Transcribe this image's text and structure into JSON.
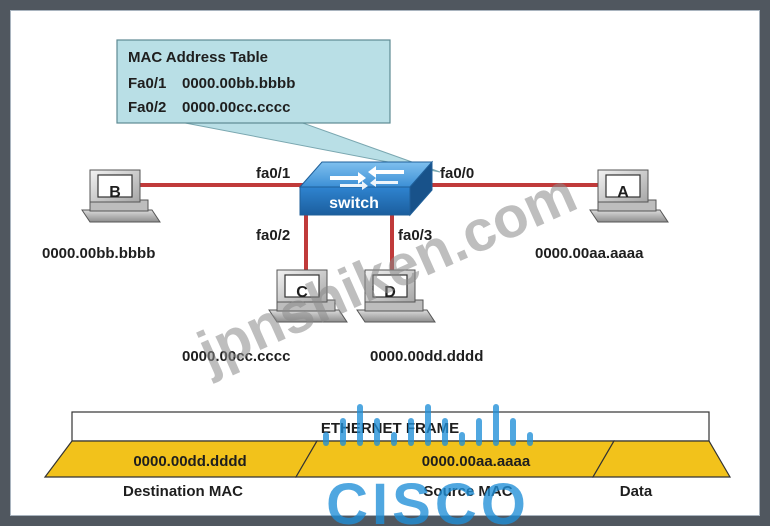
{
  "mac_table": {
    "title": "MAC Address Table",
    "rows": [
      {
        "port": "Fa0/1",
        "mac": "0000.00bb.bbbb"
      },
      {
        "port": "Fa0/2",
        "mac": "0000.00cc.cccc"
      }
    ]
  },
  "switch": {
    "label": "switch"
  },
  "ports": {
    "fa0_1": "fa0/1",
    "fa0_0": "fa0/0",
    "fa0_2": "fa0/2",
    "fa0_3": "fa0/3"
  },
  "hosts": {
    "a": {
      "label": "A",
      "mac": "0000.00aa.aaaa"
    },
    "b": {
      "label": "B",
      "mac": "0000.00bb.bbbb"
    },
    "c": {
      "label": "C",
      "mac": "0000.00cc.cccc"
    },
    "d": {
      "label": "D",
      "mac": "0000.00dd.dddd"
    }
  },
  "frame": {
    "title": "ETHERNET FRAME",
    "destination_value": "0000.00dd.dddd",
    "source_value": "0000.00aa.aaaa",
    "destination_label": "Destination MAC",
    "source_label": "Source MAC",
    "data_label": "Data"
  },
  "watermark": {
    "text": "jpnshiken.com",
    "logo": "CISCO"
  },
  "colors": {
    "link": "#c03a3a",
    "switch_blue": "#2f7fc9",
    "table_bg": "#b9dfe6",
    "frame_gold": "#f2c21b",
    "logo_blue": "#1f8fd8"
  }
}
